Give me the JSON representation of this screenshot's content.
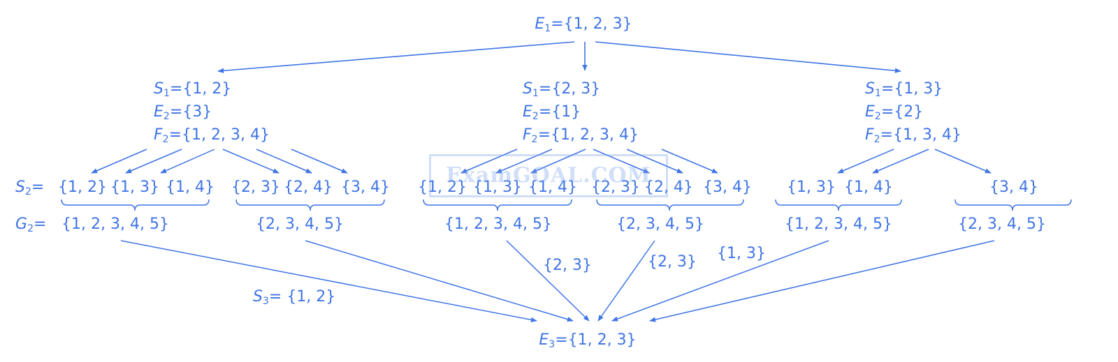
{
  "title": "",
  "root": {
    "sym": "E",
    "sub": "1",
    "eq": "={1, 2, 3}"
  },
  "branches": [
    {
      "S1": "={1, 2}",
      "E2": "={3}",
      "F2": "={1, 2, 3, 4}"
    },
    {
      "S1": "={2, 3}",
      "E2": "={1}",
      "F2": "={1, 2, 3, 4}"
    },
    {
      "S1": "={1, 3}",
      "E2": "={2}",
      "F2": "={1, 3, 4}"
    }
  ],
  "s2_prefix": {
    "sym": "S",
    "sub": "2",
    "eq": "="
  },
  "g2_prefix": {
    "sym": "G",
    "sub": "2",
    "eq": "="
  },
  "s2_sets": [
    "{1, 2}",
    "{1, 3}",
    "{1, 4}",
    "{2, 3}",
    "{2, 4}",
    "{3, 4}",
    "{1, 2}",
    "{1, 3}",
    "{1, 4}",
    "{2, 3}",
    "{2, 4}",
    "{3, 4}",
    "{1, 3}",
    "{1, 4}",
    "{3, 4}"
  ],
  "g2_sets": [
    "{1, 2, 3, 4, 5}",
    "{2, 3, 4, 5}",
    "{1, 2, 3, 4, 5}",
    "{2, 3, 4, 5}",
    "{1, 2, 3, 4, 5}",
    "{2, 3, 4, 5}"
  ],
  "s3_labels": [
    {
      "sym": "S",
      "sub": "3",
      "eq": "= {1, 2}"
    },
    {
      "text": "{2, 3}"
    },
    {
      "text": "{2, 3}"
    },
    {
      "text": "{1, 3}"
    }
  ],
  "result": {
    "sym": "E",
    "sub": "3",
    "eq": "={1, 2, 3}"
  },
  "watermark": "ExamGOAL.COM",
  "colors": {
    "ink": "#3f74e6",
    "watermark": "#9fbcf0"
  }
}
